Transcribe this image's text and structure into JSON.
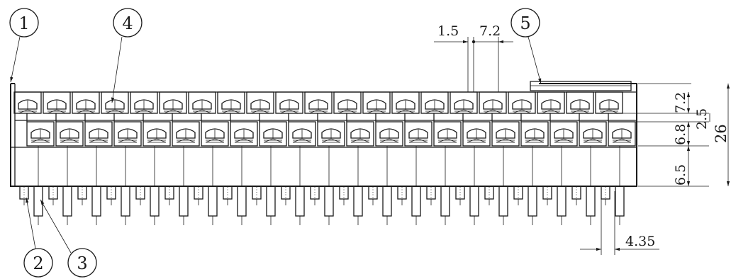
{
  "callouts": [
    "1",
    "2",
    "3",
    "4",
    "5"
  ],
  "dimensions": {
    "top_left": "1.5",
    "top_right": "7.2",
    "row1_height": "7.2",
    "row_gap": "2.5",
    "row2_height": "6.8",
    "base_height": "6.5",
    "overall_height": "26",
    "pitch": "4.35"
  },
  "structure": {
    "upper_row_count": 21,
    "lower_row_count": 21
  }
}
